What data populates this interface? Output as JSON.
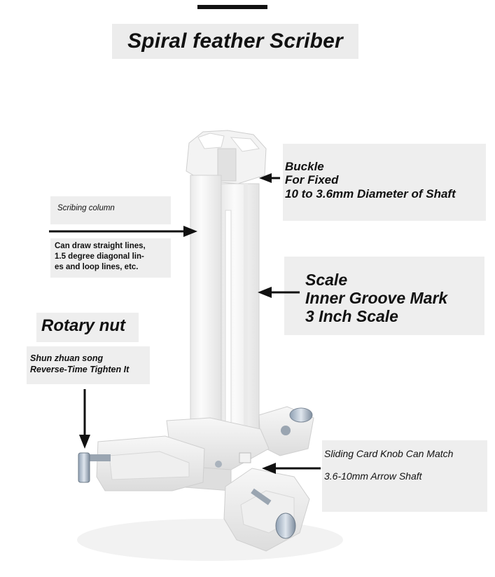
{
  "title": "Spiral feather Scriber",
  "labels": {
    "buckle": {
      "line1": "Buckle",
      "line2": "For Fixed",
      "line3": "10 to 3.6mm Diameter of Shaft"
    },
    "scribing_column": {
      "heading": "Scribing column",
      "desc_line1": "Can draw straight lines,",
      "desc_line2": "1.5 degree diagonal lin-",
      "desc_line3": "es and loop lines, etc."
    },
    "scale": {
      "line1": "Scale",
      "line2": "Inner Groove Mark",
      "line3": "3 Inch Scale"
    },
    "rotary_nut": {
      "heading": "Rotary nut",
      "line1": "Shun zhuan song",
      "line2": "Reverse-Time Tighten It"
    },
    "sliding_card": {
      "line1": "Sliding Card Knob Can Match",
      "line2": "3.6-10mm Arrow Shaft"
    }
  }
}
